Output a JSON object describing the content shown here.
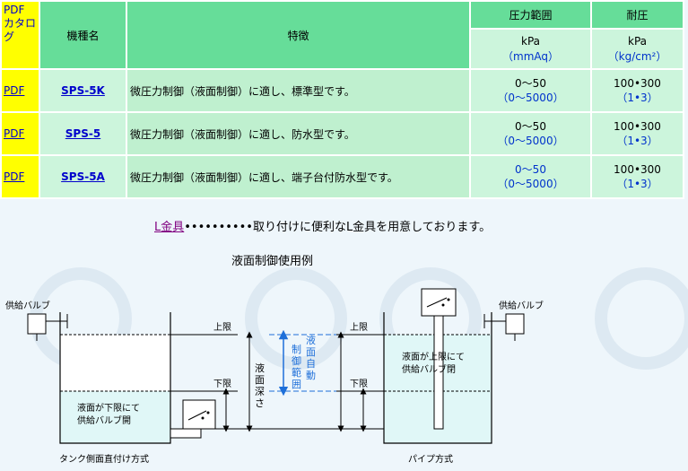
{
  "table": {
    "pdf_catalog_header": "PDF\nカタログ",
    "headers": {
      "model": "機種名",
      "feature": "特徴",
      "pressure": "圧力範囲",
      "withstand": "耐圧"
    },
    "units": {
      "pressure": [
        "kPa",
        "（mmAq）"
      ],
      "withstand": [
        "kPa",
        "（kg/cm²）"
      ]
    },
    "rows": [
      {
        "pdf": "PDF",
        "model": "SPS-5K",
        "feature": "微圧力制御（液面制御）に適し、標準型です。",
        "pressure": [
          "0～50",
          "（0～5000）"
        ],
        "withstand": [
          "100•300",
          "（1•3）"
        ]
      },
      {
        "pdf": "PDF",
        "model": "SPS-5",
        "feature": "微圧力制御（液面制御）に適し、防水型です。",
        "pressure": [
          "0～50",
          "（0～5000）"
        ],
        "withstand": [
          "100•300",
          "（1•3）"
        ]
      },
      {
        "pdf": "PDF",
        "model": "SPS-5A",
        "feature": "微圧力制御（液面制御）に適し、端子台付防水型です。",
        "pressure": [
          "0～50",
          "（0～5000）"
        ],
        "withstand": [
          "100•300",
          "（1•3）"
        ]
      }
    ]
  },
  "accessory": {
    "link": "L金具",
    "dots": "••••••••••",
    "text": "取り付けに便利なL金具を用意しております。"
  },
  "diagram": {
    "title": "液面制御使用例",
    "valve_left": "供給バルブ",
    "valve_right": "供給バルブ",
    "upper_left": "上限",
    "upper_right": "上限",
    "lower_left": "下限",
    "lower_right": "下限",
    "depth": [
      "液",
      "面",
      "深",
      "さ"
    ],
    "auto_range_1": [
      "液",
      "面",
      "自",
      "動"
    ],
    "auto_range_2": [
      "制",
      "御",
      "範",
      "囲"
    ],
    "left_tank_note": [
      "液面が下限にて",
      "供給バルブ開"
    ],
    "right_tank_note": [
      "液面が上限にて",
      "供給バルブ閉"
    ],
    "left_caption": "タンク側面直付け方式",
    "right_caption": "パイプ方式"
  },
  "colors": {
    "header_green": "#66dd99",
    "cell_green": "#ccf5dc",
    "pdf_yellow": "#ffff00",
    "link_blue": "#0000cc",
    "auto_range_blue": "#1e6fd9"
  }
}
